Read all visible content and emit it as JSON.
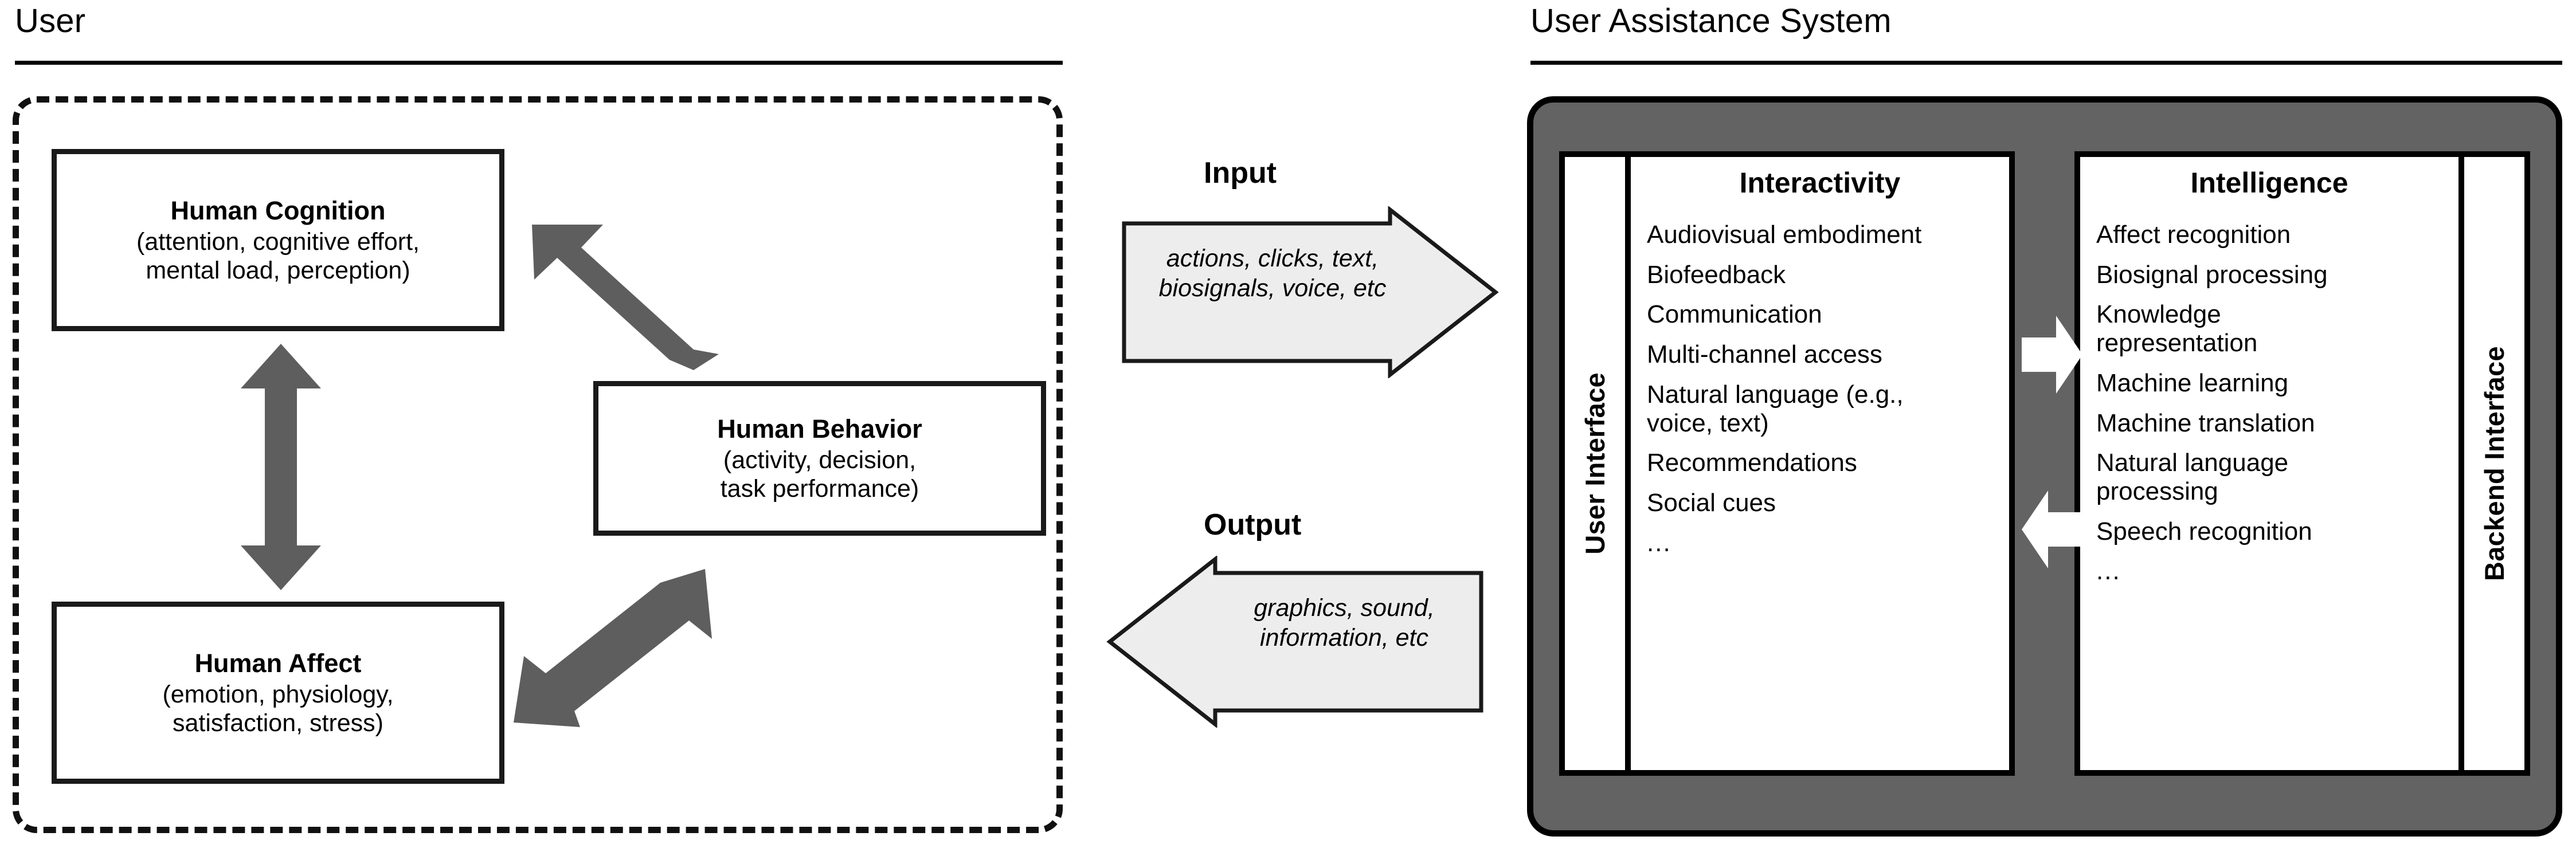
{
  "user_section": {
    "title": "User",
    "boxes": [
      {
        "name": "human-cognition",
        "title": "Human Cognition",
        "subtitle": "(attention, cognitive effort,\nmental load, perception)"
      },
      {
        "name": "human-behavior",
        "title": "Human Behavior",
        "subtitle": "(activity, decision,\ntask performance)"
      },
      {
        "name": "human-affect",
        "title": "Human Affect",
        "subtitle": "(emotion, physiology,\nsatisfaction, stress)"
      }
    ],
    "connectors": [
      {
        "name": "cognition-behavior-arrow",
        "kind": "double-headed-diagonal"
      },
      {
        "name": "cognition-affect-arrow",
        "kind": "double-headed-vertical"
      },
      {
        "name": "affect-behavior-arrow",
        "kind": "double-headed-diagonal"
      }
    ]
  },
  "flow": {
    "input": {
      "label": "Input",
      "text": "actions, clicks, text,\nbiosignals, voice, etc",
      "direction": "right"
    },
    "output": {
      "label": "Output",
      "text": "graphics, sound,\ninformation, etc",
      "direction": "left"
    }
  },
  "assistance_section": {
    "title": "User Assistance System",
    "user_interface_label": "User Interface",
    "backend_interface_label": "Backend Interface",
    "interactivity": {
      "title": "Interactivity",
      "items": [
        "Audiovisual embodiment",
        "Biofeedback",
        "Communication",
        "Multi-channel access",
        "Natural language (e.g.,\nvoice, text)",
        "Recommendations",
        "Social cues",
        "..."
      ]
    },
    "intelligence": {
      "title": "Intelligence",
      "items": [
        "Affect recognition",
        "Biosignal processing",
        "Knowledge\nrepresentation",
        "Machine learning",
        "Machine translation",
        "Natural language\nprocessing",
        "Speech recognition",
        "..."
      ]
    },
    "internal_arrows": [
      {
        "name": "interactivity-to-intelligence-arrow",
        "direction": "right"
      },
      {
        "name": "intelligence-to-interactivity-arrow",
        "direction": "left"
      }
    ]
  },
  "colors": {
    "panel_gray": "#636363",
    "arrow_gray": "#5e5e5e",
    "arrow_fill_light": "#ededed",
    "outline": "#000000"
  }
}
